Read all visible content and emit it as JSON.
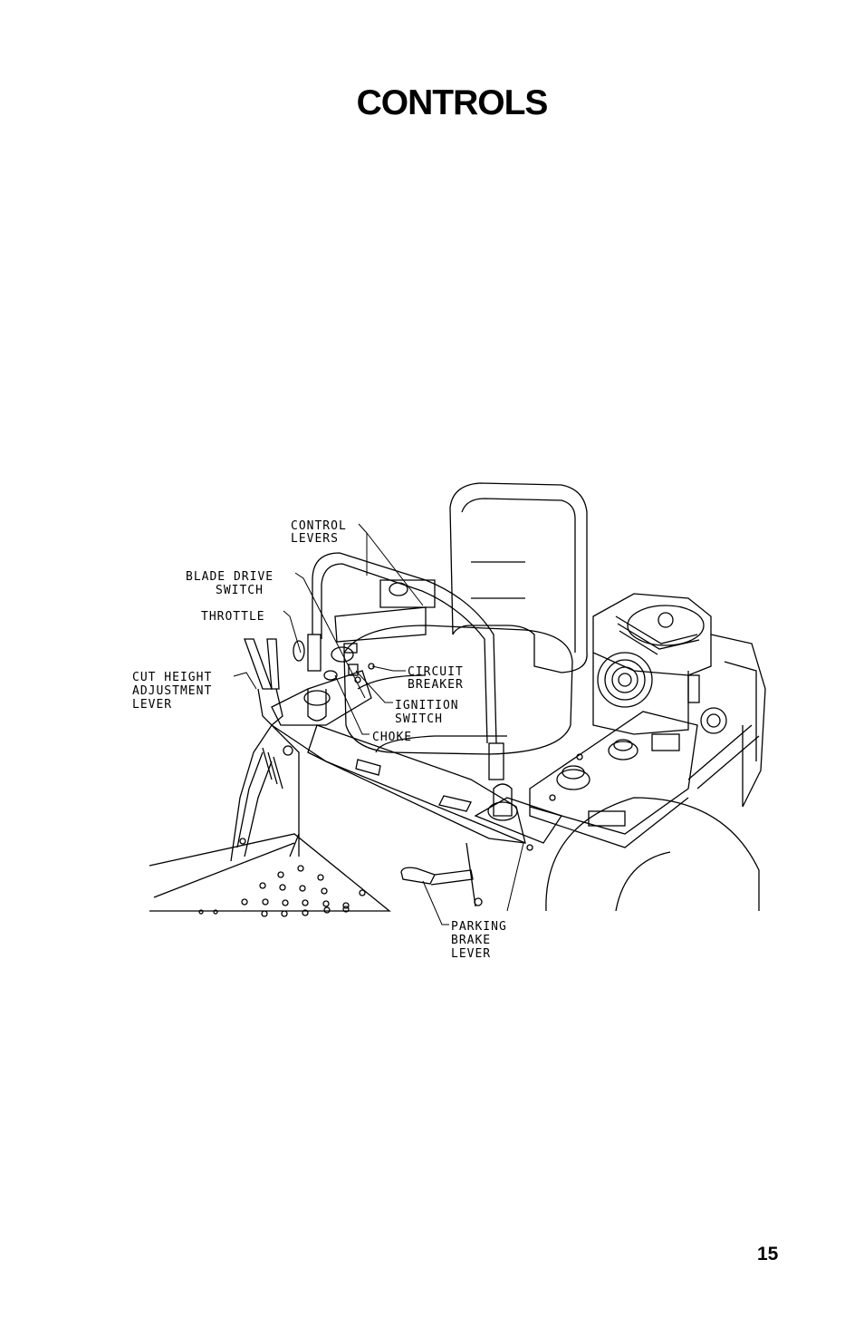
{
  "page": {
    "title": "CONTROLS",
    "page_number": "15"
  },
  "diagram": {
    "labels": {
      "control_levers": [
        "CONTROL",
        "LEVERS"
      ],
      "blade_drive_switch": [
        "BLADE DRIVE",
        "SWITCH"
      ],
      "throttle": [
        "THROTTLE"
      ],
      "cut_height_adjustment_lever": [
        "CUT HEIGHT",
        "ADJUSTMENT",
        "LEVER"
      ],
      "circuit_breaker": [
        "CIRCUIT",
        "BREAKER"
      ],
      "ignition_switch": [
        "IGNITION",
        "SWITCH"
      ],
      "choke": [
        "CHOKE"
      ],
      "parking_brake_lever": [
        "PARKING",
        "BRAKE",
        "LEVER"
      ]
    }
  }
}
